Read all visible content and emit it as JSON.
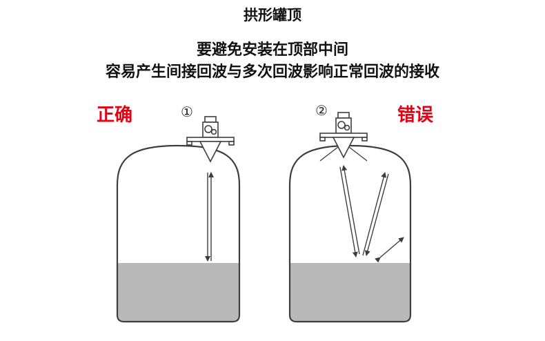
{
  "header": {
    "title": "拱形罐顶",
    "instruction_line1": "要避免安装在顶部中间",
    "instruction_line2": "容易产生间接回波与多次回波影响正常回波的接收"
  },
  "diagrams": {
    "left": {
      "verdict": "正确",
      "marker": "①"
    },
    "right": {
      "verdict": "错误",
      "marker": "②"
    }
  },
  "colors": {
    "verdict_red": "#e60012",
    "outline": "#3d3d3d",
    "liquid_gray": "#b9b9b9"
  }
}
